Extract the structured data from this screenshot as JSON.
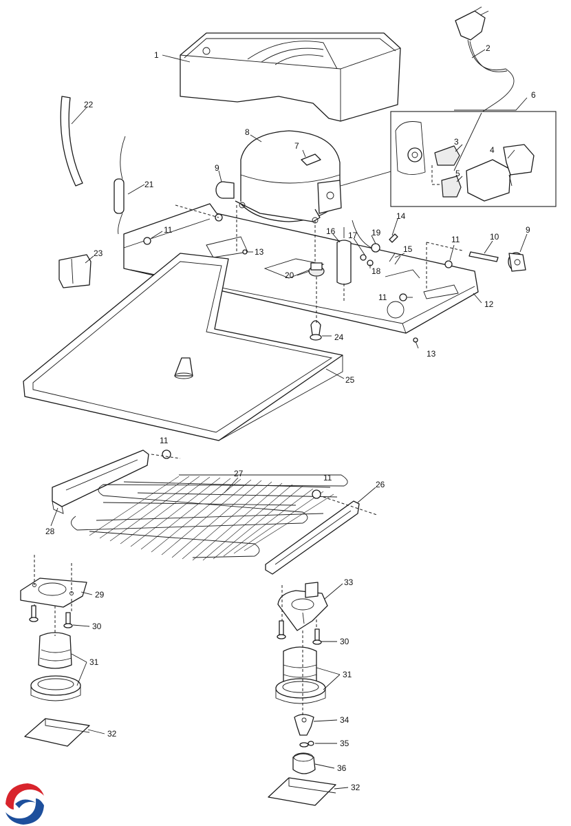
{
  "callouts": {
    "c1": "1",
    "c2": "2",
    "c3": "3",
    "c4": "4",
    "c5": "5",
    "c6": "6",
    "c7": "7",
    "c8": "8",
    "c9a": "9",
    "c9b": "9",
    "c10": "10",
    "c11a": "11",
    "c11b": "11",
    "c11c": "11",
    "c11d": "11",
    "c11e": "11",
    "c12": "12",
    "c13a": "13",
    "c13b": "13",
    "c14": "14",
    "c15": "15",
    "c16": "16",
    "c17": "17",
    "c18": "18",
    "c19": "19",
    "c20": "20",
    "c21": "21",
    "c22": "22",
    "c23": "23",
    "c24": "24",
    "c25": "25",
    "c26": "26",
    "c27": "27",
    "c28": "28",
    "c29": "29",
    "c30a": "30",
    "c30b": "30",
    "c31a": "31",
    "c31b": "31",
    "c32a": "32",
    "c32b": "32",
    "c33": "33",
    "c34": "34",
    "c35": "35",
    "c36": "36"
  },
  "colors": {
    "logo_red": "#d8242c",
    "logo_blue": "#1d4f9c",
    "line": "#1a1a1a"
  },
  "icons": {
    "logo": "brand-swirl-logo"
  }
}
